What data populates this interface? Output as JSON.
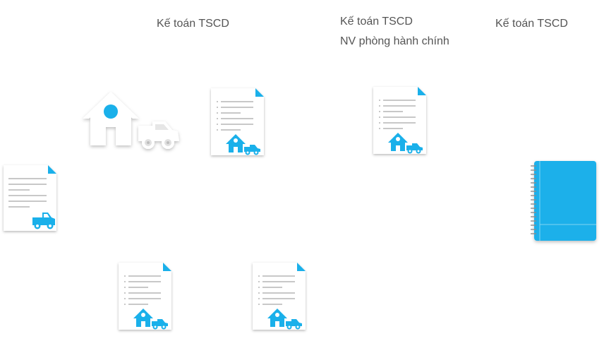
{
  "labels": {
    "col1": "Kế toán TSCD",
    "col2_line1": "Kế toán TSCD",
    "col2_line2": "NV phòng hành chính",
    "col3": "Kế toán TSCD"
  },
  "colors": {
    "accent": "#1ab0ea",
    "paper": "#ffffff",
    "paper_line": "#c8c8c8",
    "asset_icon": "#ffffff",
    "ledger": "#1ab0ea",
    "text": "#555555"
  },
  "icons": {
    "asset": "house-truck-icon",
    "document_vehicle": "vehicle-document-icon",
    "document_asset": "asset-document-icon",
    "ledger": "ledger-book-icon"
  }
}
